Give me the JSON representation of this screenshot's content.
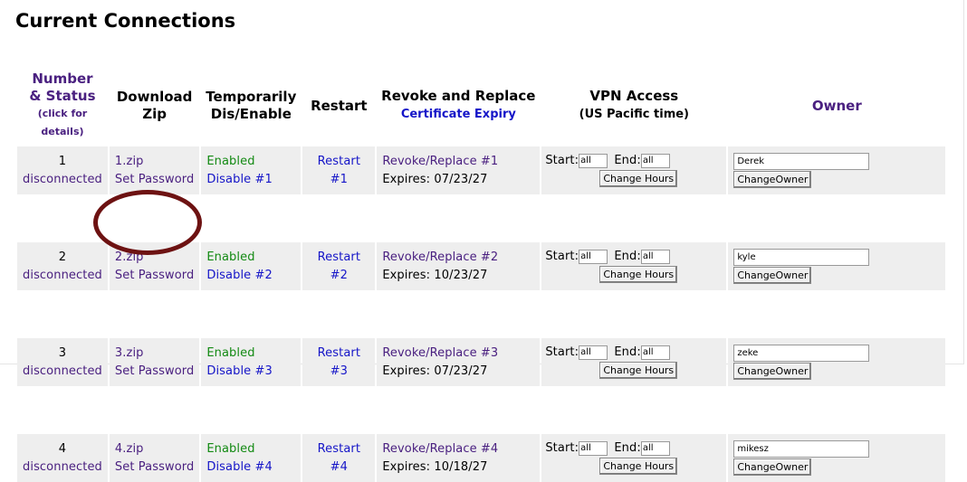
{
  "page": {
    "title": "Current Connections"
  },
  "headers": {
    "number": "Number",
    "status": "& Status",
    "click_note": "(click for",
    "click_note2": "details)",
    "download1": "Download",
    "download2": "Zip",
    "temp1": "Temporarily",
    "temp2": "Dis/Enable",
    "restart": "Restart",
    "revoke": "Revoke and Replace",
    "cert_expiry": "Certificate Expiry",
    "vpn": "VPN Access",
    "vpn_tz": "(US Pacific time)",
    "owner": "Owner"
  },
  "labels": {
    "start": "Start:",
    "end": "End:",
    "change_hours": "Change Hours",
    "change_owner": "ChangeOwner"
  },
  "rows": [
    {
      "number": "1",
      "status": "disconnected",
      "zip": "1.zip",
      "set_password": "Set Password",
      "enabled": "Enabled",
      "disable": "Disable #1",
      "restart": "Restart #1",
      "revoke": "Revoke/Replace #1",
      "expires": "Expires: 07/23/27",
      "start": "all",
      "end": "all",
      "owner": "Derek"
    },
    {
      "number": "2",
      "status": "disconnected",
      "zip": "2.zip",
      "set_password": "Set Password",
      "enabled": "Enabled",
      "disable": "Disable #2",
      "restart": "Restart #2",
      "revoke": "Revoke/Replace #2",
      "expires": "Expires: 10/23/27",
      "start": "all",
      "end": "all",
      "owner": "kyle"
    },
    {
      "number": "3",
      "status": "disconnected",
      "zip": "3.zip",
      "set_password": "Set Password",
      "enabled": "Enabled",
      "disable": "Disable #3",
      "restart": "Restart #3",
      "revoke": "Revoke/Replace #3",
      "expires": "Expires: 07/23/27",
      "start": "all",
      "end": "all",
      "owner": "zeke"
    },
    {
      "number": "4",
      "status": "disconnected",
      "zip": "4.zip",
      "set_password": "Set Password",
      "enabled": "Enabled",
      "disable": "Disable #4",
      "restart": "Restart #4",
      "revoke": "Revoke/Replace #4",
      "expires": "Expires: 10/18/27",
      "start": "all",
      "end": "all",
      "owner": "mikesz"
    }
  ],
  "colors": {
    "visited_link": "#4a2080",
    "link": "#1515c8",
    "enabled": "#138a13",
    "annotation": "#6d1212",
    "row_shade": "#eeeeee"
  }
}
